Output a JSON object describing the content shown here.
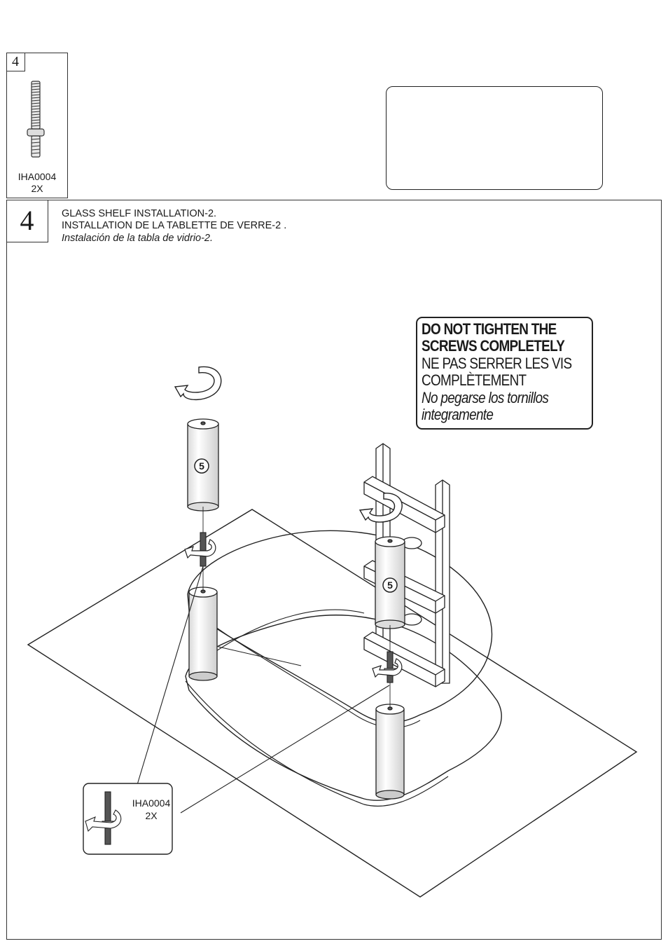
{
  "parts_list": {
    "step_number": "4",
    "part_code": "IHA0004",
    "quantity": "2X"
  },
  "step": {
    "number": "4",
    "title_en": "GLASS SHELF INSTALLATION-2.",
    "title_fr": "INSTALLATION DE LA TABLETTE DE VERRE-2 .",
    "title_es": "Instalación de la tabla de vidrio-2."
  },
  "warning": {
    "en_line1": "DO NOT TIGHTEN THE",
    "en_line2": "SCREWS COMPLETELY",
    "fr_line1": "NE PAS SERRER LES VIS",
    "fr_line2": "COMPLÈTEMENT",
    "es_line1": "No pegarse los tornillos",
    "es_line2": "integramente"
  },
  "callout": {
    "part_code": "IHA0004",
    "quantity": "2X"
  },
  "diagram_labels": {
    "left_post": "5",
    "right_post": "5"
  },
  "icons": {
    "bolt": "threaded-bolt-icon",
    "rotate": "rotate-arrow-icon"
  }
}
